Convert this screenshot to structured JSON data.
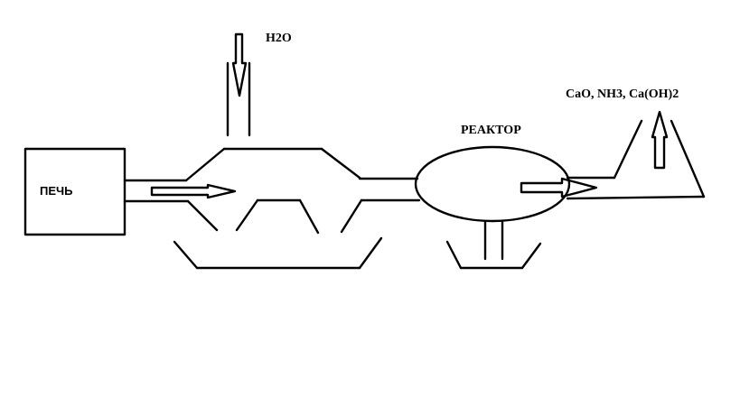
{
  "labels": {
    "furnace": "ПЕЧЬ",
    "water_inlet": "H2O",
    "reactor": "РЕАКТОР",
    "products": "CaO, NH3, Ca(OH)2"
  },
  "colors": {
    "stroke": "#000000",
    "background": "#ffffff"
  }
}
